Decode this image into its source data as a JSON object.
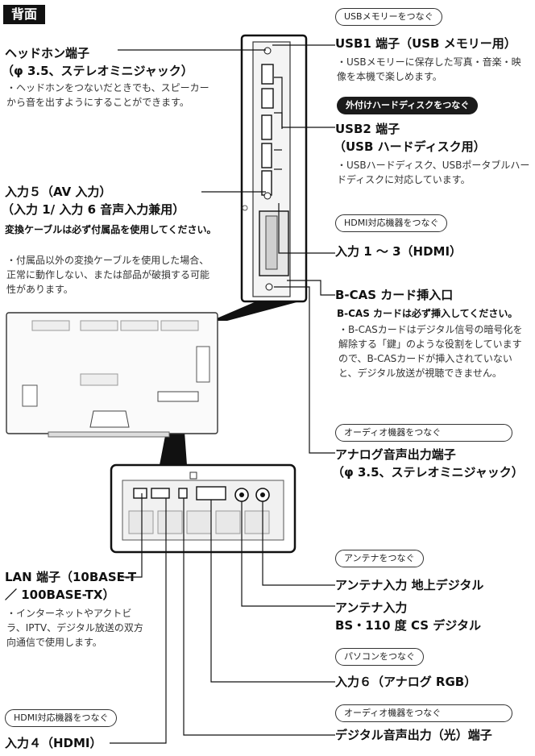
{
  "section_title": "背面",
  "headphone": {
    "title_1": "ヘッドホン端子",
    "title_2": "（φ 3.5、ステレオミニジャック）",
    "bullet": "・ヘッドホンをつないだときでも、スピーカーから音を出すようにすることができます。"
  },
  "input5": {
    "title_1": "入力５（AV 入力）",
    "title_2": "（入力 1/ 入力 6 音声入力兼用）",
    "note": "変換ケーブルは必ず付属品を使用してください。",
    "bullet": "・付属品以外の変換ケーブルを使用した場合、正常に動作しない、または部品が破損する可能性があります。"
  },
  "pill_usb_memory": "USBメモリーをつなぐ",
  "usb1": {
    "title": "USB1 端子（USB メモリー用）",
    "bullet": "・USBメモリーに保存した写真・音楽・映像を本機で楽しめます。"
  },
  "pill_hdd": "外付けハードディスクをつなぐ",
  "usb2": {
    "title_1": "USB2 端子",
    "title_2": "（USB ハードディスク用）",
    "bullet": "・USBハードディスク、USBポータブルハードディスクに対応しています。"
  },
  "pill_hdmi_top": "HDMI対応機器をつなぐ",
  "hdmi13": {
    "title": "入力 1 〜 3（HDMI）"
  },
  "bcas": {
    "title": "B-CAS カード挿入口",
    "note": "B-CAS カードは必ず挿入してください。",
    "bullet": "・B-CASカードはデジタル信号の暗号化を解除する「鍵」のような役割をしていますので、B-CASカードが挿入されていないと、デジタル放送が視聴できません。"
  },
  "pill_audio_top": "オーディオ機器をつなぐ",
  "analog_out": {
    "title_1": "アナログ音声出力端子",
    "title_2": "（φ 3.5、ステレオミニジャック）"
  },
  "pill_antenna": "アンテナをつなぐ",
  "antenna_terrestrial": "アンテナ入力 地上デジタル",
  "antenna_bs_1": "アンテナ入力",
  "antenna_bs_2": "BS・110 度 CS デジタル",
  "pill_pc": "パソコンをつなぐ",
  "input6": "入力６（アナログ RGB）",
  "pill_audio_bottom": "オーディオ機器をつなぐ",
  "digital_out": "デジタル音声出力（光）端子",
  "lan": {
    "title_1": "LAN 端子（10BASE-T",
    "title_2": "／ 100BASE-TX）",
    "bullet": "・インターネットやアクトビラ、IPTV、デジタル放送の双方向通信で使用します。"
  },
  "pill_hdmi_bottom": "HDMI対応機器をつなぐ",
  "input4": "入力４（HDMI）"
}
